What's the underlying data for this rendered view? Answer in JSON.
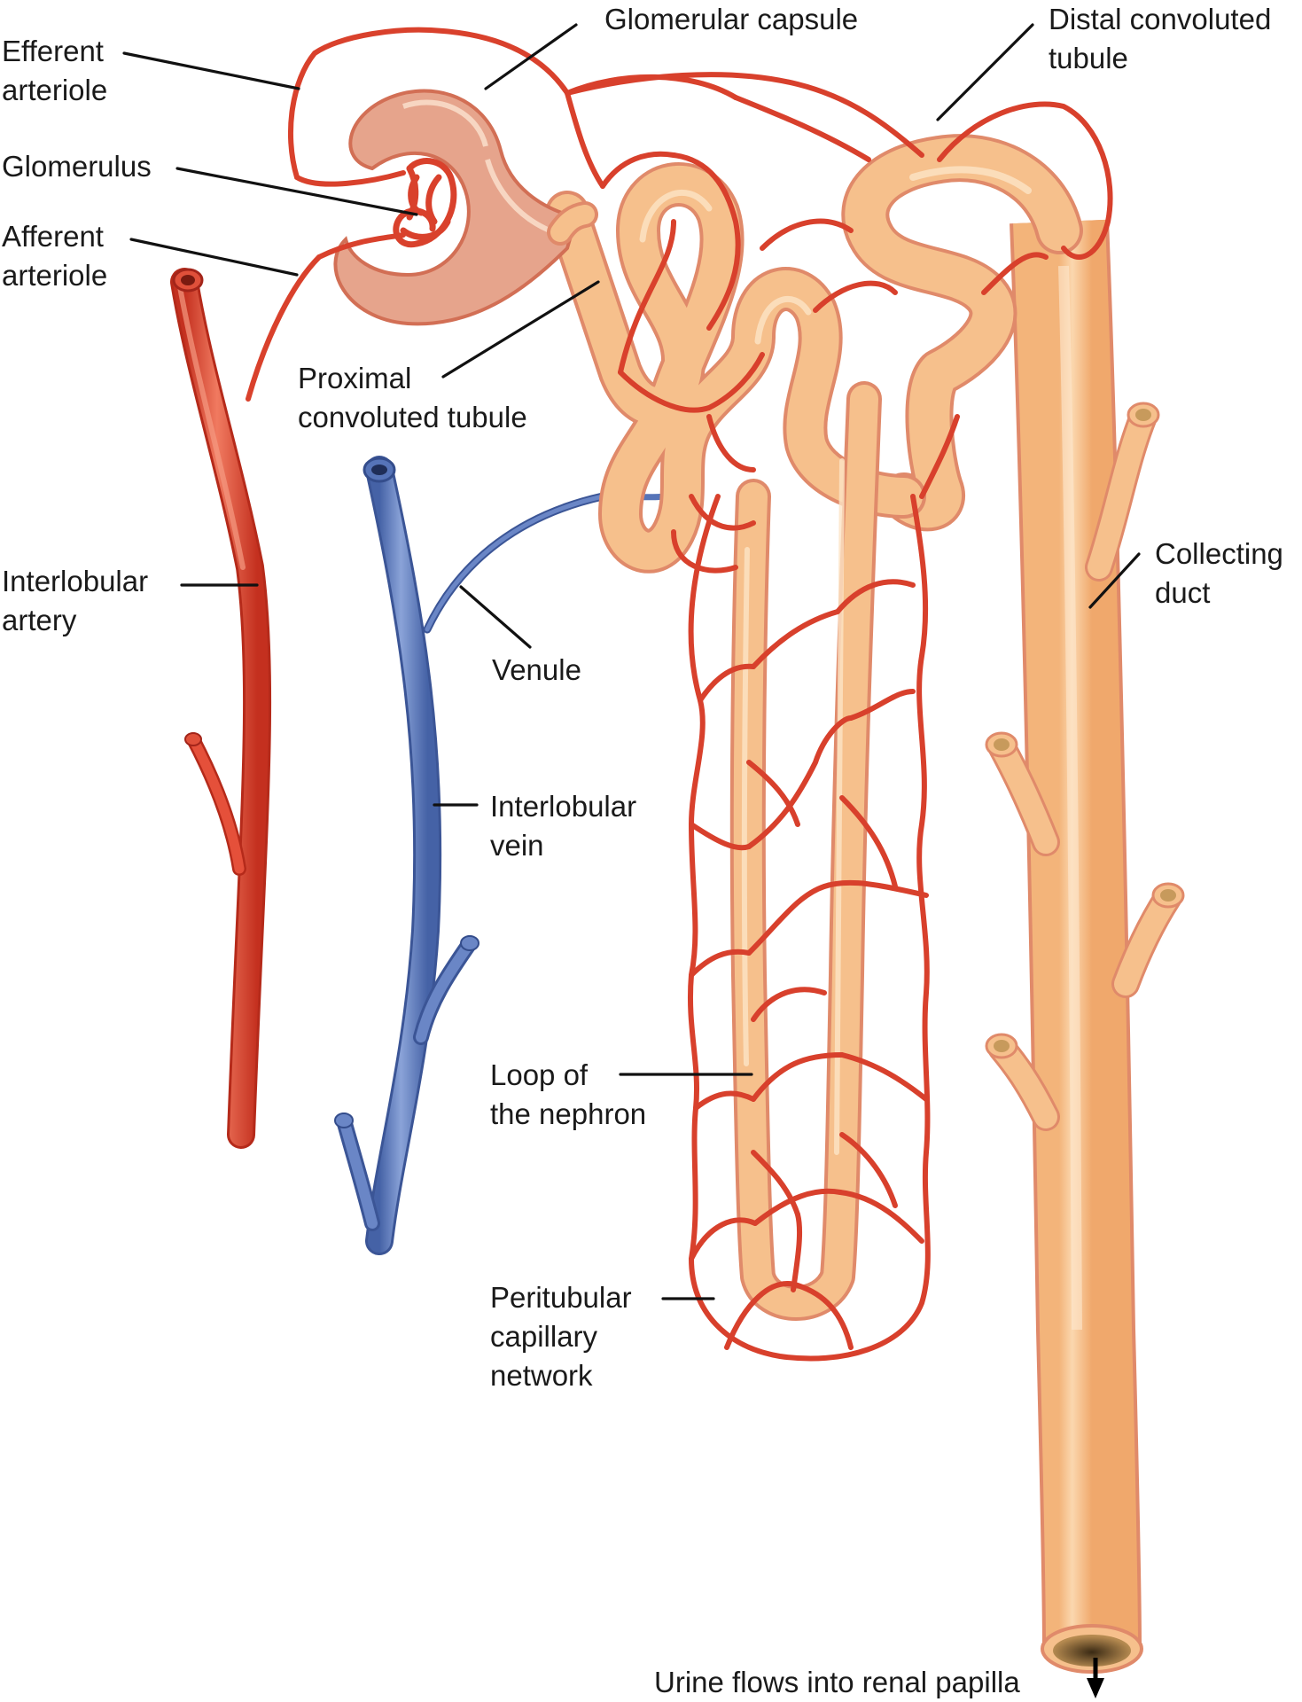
{
  "labels": {
    "efferent_arteriole": [
      "Efferent",
      "arteriole"
    ],
    "glomerulus": [
      "Glomerulus"
    ],
    "afferent_arteriole": [
      "Afferent",
      "arteriole"
    ],
    "glomerular_capsule": [
      "Glomerular capsule"
    ],
    "distal_convoluted_tubule": [
      "Distal convoluted",
      "tubule"
    ],
    "proximal_convoluted_tubule": [
      "Proximal",
      "convoluted tubule"
    ],
    "interlobular_artery": [
      "Interlobular",
      "artery"
    ],
    "venule": [
      "Venule"
    ],
    "interlobular_vein": [
      "Interlobular",
      "vein"
    ],
    "collecting_duct": [
      "Collecting",
      "duct"
    ],
    "loop_of_the_nephron": [
      "Loop of",
      "the nephron"
    ],
    "peritubular_capillary_network": [
      "Peritubular",
      "capillary",
      "network"
    ],
    "urine_flow": [
      "Urine flows into renal papilla"
    ]
  },
  "colors": {
    "artery": "#d9412c",
    "artery_highlight": "#f07a60",
    "vein": "#5674b8",
    "vein_highlight": "#8aa3d8",
    "tubule": "#f6c08c",
    "tubule_edge": "#e08a6a",
    "tubule_highlight": "#fde3c6",
    "capillary": "#d8402c",
    "capsule": "#e4a08a"
  }
}
